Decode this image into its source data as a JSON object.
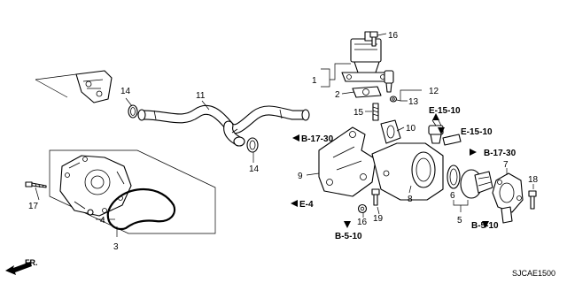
{
  "diagram_code": "SJCAE1500",
  "front_label": "FR.",
  "callouts": [
    "1",
    "2",
    "3",
    "4",
    "5",
    "6",
    "7",
    "8",
    "9",
    "10",
    "11",
    "12",
    "13",
    "14",
    "14",
    "15",
    "16",
    "16",
    "17",
    "18",
    "19"
  ],
  "references": [
    "B-17-30",
    "B-17-30",
    "E-15-10",
    "E-15-10",
    "E-4",
    "B-5-10",
    "B-5-10"
  ]
}
